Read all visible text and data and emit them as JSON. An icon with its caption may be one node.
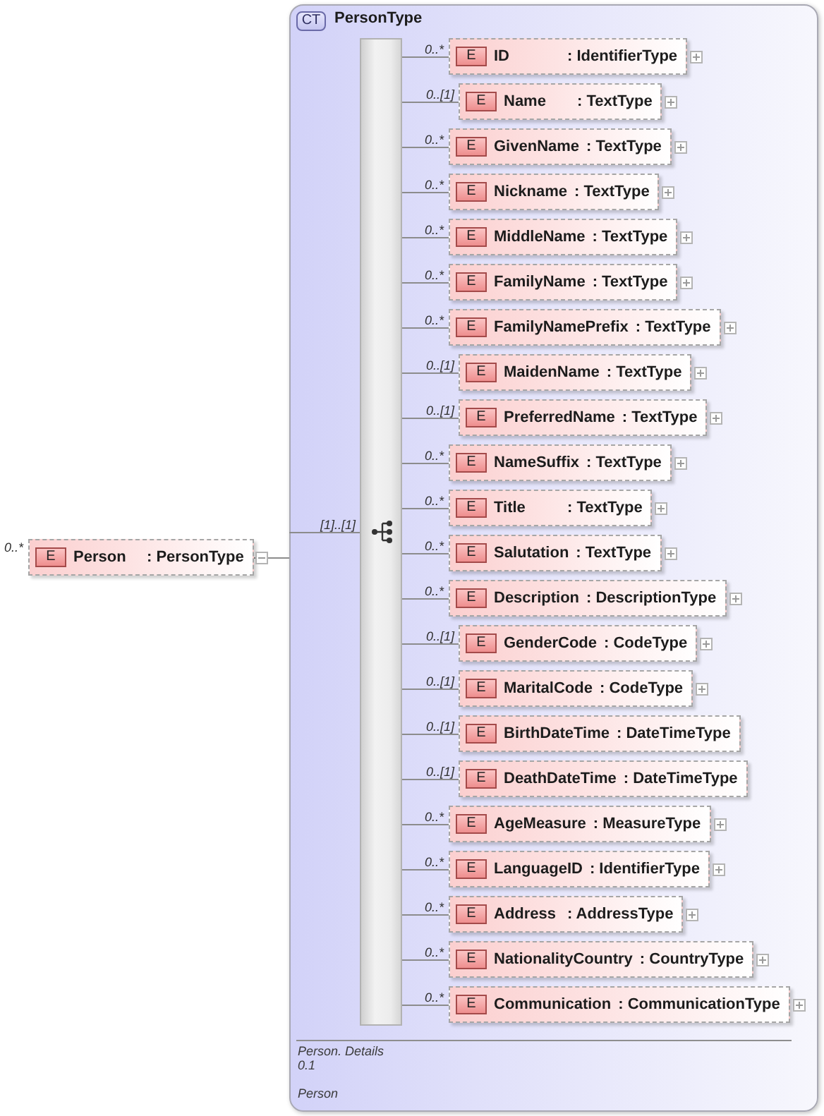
{
  "diagram": {
    "nodes": [
      {
        "text": [
          "E",
          "Person",
          ": PersonType"
        ],
        "beside": [
          "0..*"
        ]
      },
      {
        "text": [
          "CT",
          "PersonType",
          "Person. Details",
          "0.1",
          "Person"
        ]
      },
      {
        "text": [],
        "shape": "bar",
        "in": 1
      },
      {
        "text": [
          "E",
          "ID",
          ": IdentifierType"
        ],
        "in": 1
      },
      {
        "text": [
          "E",
          "Name",
          ": TextType"
        ],
        "in": 1
      },
      {
        "text": [
          "E",
          "GivenName",
          ": TextType"
        ],
        "in": 1
      },
      {
        "text": [
          "E",
          "Nickname",
          ": TextType"
        ],
        "in": 1
      },
      {
        "text": [
          "E",
          "MiddleName",
          ": TextType"
        ],
        "in": 1
      },
      {
        "text": [
          "E",
          "FamilyName",
          ": TextType"
        ],
        "in": 1
      },
      {
        "text": [
          "E",
          "FamilyNamePrefix",
          ": TextType"
        ],
        "in": 1
      },
      {
        "text": [
          "E",
          "MaidenName",
          ": TextType"
        ],
        "in": 1
      },
      {
        "text": [
          "E",
          "PreferredName",
          ": TextType"
        ],
        "in": 1
      },
      {
        "text": [
          "E",
          "NameSuffix",
          ": TextType"
        ],
        "in": 1
      },
      {
        "text": [
          "E",
          "Title",
          ": TextType"
        ],
        "in": 1
      },
      {
        "text": [
          "E",
          "Salutation",
          ": TextType"
        ],
        "in": 1
      },
      {
        "text": [
          "E",
          "Description",
          ": DescriptionType"
        ],
        "in": 1
      },
      {
        "text": [
          "E",
          "GenderCode",
          ": CodeType"
        ],
        "in": 1
      },
      {
        "text": [
          "E",
          "MaritalCode",
          ": CodeType"
        ],
        "in": 1
      },
      {
        "text": [
          "E",
          "BirthDateTime",
          ": DateTimeType"
        ],
        "in": 1
      },
      {
        "text": [
          "E",
          "DeathDateTime",
          ": DateTimeType"
        ],
        "in": 1
      },
      {
        "text": [
          "E",
          "AgeMeasure",
          ": MeasureType"
        ],
        "in": 1
      },
      {
        "text": [
          "E",
          "LanguageID",
          ": IdentifierType"
        ],
        "in": 1
      },
      {
        "text": [
          "E",
          "Address",
          ": AddressType"
        ],
        "in": 1
      },
      {
        "text": [
          "E",
          "NationalityCountry",
          ": CountryType"
        ],
        "in": 1
      },
      {
        "text": [
          "E",
          "Communication",
          ": CommunicationType"
        ],
        "in": 1
      }
    ],
    "edges": [
      {
        "from": 0,
        "to": 1,
        "arrow": "none"
      },
      {
        "from": 1,
        "to": 2,
        "arrow": "none",
        "label": "[1]..[1]"
      },
      {
        "from": 2,
        "to": 3,
        "arrow": "none",
        "label": "0..*"
      },
      {
        "from": 2,
        "to": 4,
        "arrow": "none",
        "label": "0..[1]"
      },
      {
        "from": 2,
        "to": 5,
        "arrow": "none",
        "label": "0..*"
      },
      {
        "from": 2,
        "to": 6,
        "arrow": "none",
        "label": "0..*"
      },
      {
        "from": 2,
        "to": 7,
        "arrow": "none",
        "label": "0..*"
      },
      {
        "from": 2,
        "to": 8,
        "arrow": "none",
        "label": "0..*"
      },
      {
        "from": 2,
        "to": 9,
        "arrow": "none",
        "label": "0..*"
      },
      {
        "from": 2,
        "to": 10,
        "arrow": "none",
        "label": "0..[1]"
      },
      {
        "from": 2,
        "to": 11,
        "arrow": "none",
        "label": "0..[1]"
      },
      {
        "from": 2,
        "to": 12,
        "arrow": "none",
        "label": "0..*"
      },
      {
        "from": 2,
        "to": 13,
        "arrow": "none",
        "label": "0..*"
      },
      {
        "from": 2,
        "to": 14,
        "arrow": "none",
        "label": "0..*"
      },
      {
        "from": 2,
        "to": 15,
        "arrow": "none",
        "label": "0..*"
      },
      {
        "from": 2,
        "to": 16,
        "arrow": "none",
        "label": "0..[1]"
      },
      {
        "from": 2,
        "to": 17,
        "arrow": "none",
        "label": "0..[1]"
      },
      {
        "from": 2,
        "to": 18,
        "arrow": "none",
        "label": "0..[1]"
      },
      {
        "from": 2,
        "to": 19,
        "arrow": "none",
        "label": "0..[1]"
      },
      {
        "from": 2,
        "to": 20,
        "arrow": "none",
        "label": "0..*"
      },
      {
        "from": 2,
        "to": 21,
        "arrow": "none",
        "label": "0..*"
      },
      {
        "from": 2,
        "to": 22,
        "arrow": "none",
        "label": "0..*"
      },
      {
        "from": 2,
        "to": 23,
        "arrow": "none",
        "label": "0..*"
      },
      {
        "from": 2,
        "to": 24,
        "arrow": "none",
        "label": "0..*"
      }
    ]
  }
}
